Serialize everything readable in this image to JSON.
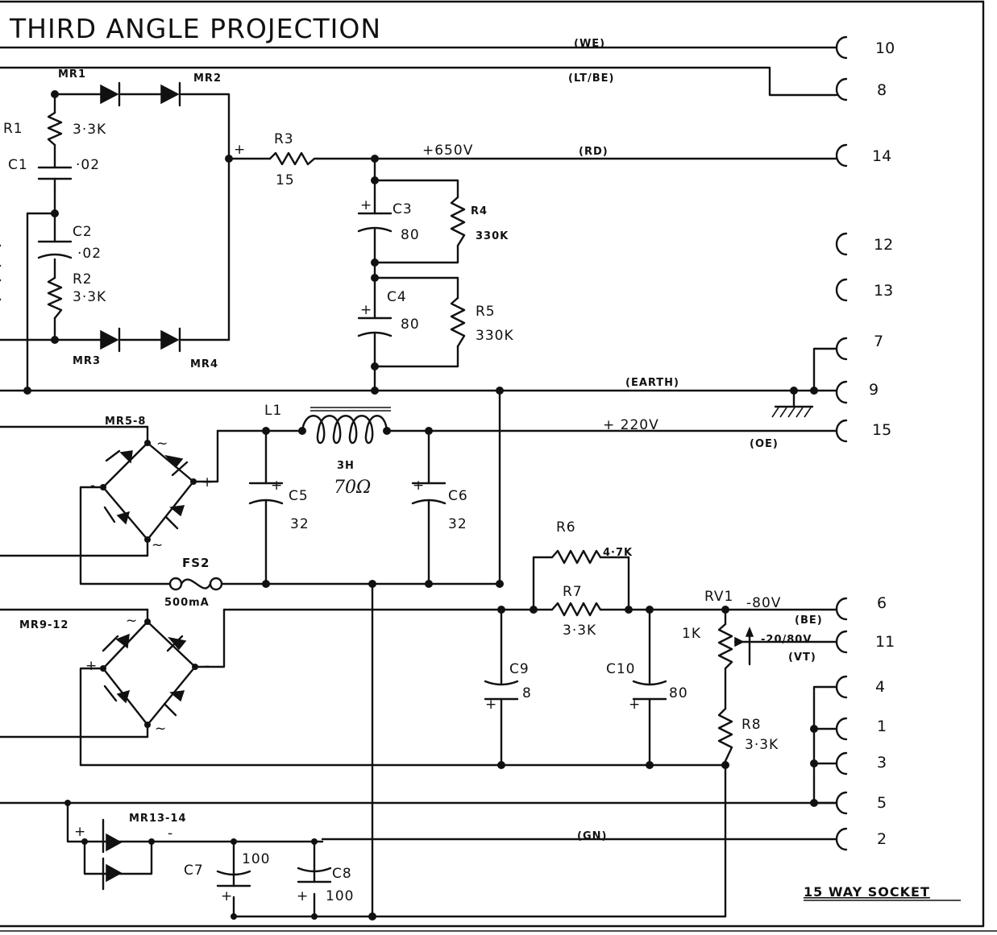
{
  "title": "THIRD ANGLE PROJECTION",
  "socket": {
    "label": "15 WAY SOCKET",
    "pins": [
      "10",
      "8",
      "14",
      "12",
      "13",
      "7",
      "9",
      "15",
      "6",
      "11",
      "4",
      "1",
      "3",
      "5",
      "2"
    ]
  },
  "wires": {
    "we": "(WE)",
    "lt_be": "(LT/BE)",
    "rd": "(RD)",
    "earth": "(EARTH)",
    "oe": "(OE)",
    "be": "(BE)",
    "vt": "(VT)",
    "gn": "(GN)"
  },
  "rails": {
    "hv": "+650V",
    "mid": "+ 220V",
    "neg": "-80V",
    "bias": "-20/80V"
  },
  "components": {
    "MR1": "MR1",
    "MR2": "MR2",
    "MR3": "MR3",
    "MR4": "MR4",
    "MR5_8": "MR5-8",
    "MR9_12": "MR9-12",
    "MR13_14": "MR13-14",
    "R1": "R1",
    "R1_val": "3·3K",
    "R2": "R2",
    "R2_val": "3·3K",
    "R3": "R3",
    "R3_val": "15",
    "R4": "R4",
    "R4_val": "330K",
    "R5": "R5",
    "R5_val": "330K",
    "R6": "R6",
    "R6_val": "4·7K",
    "R7": "R7",
    "R7_val": "3·3K",
    "R8": "R8",
    "R8_val": "3·3K",
    "RV1": "RV1",
    "RV1_val": "1K",
    "C1": "C1",
    "C1_val": "·02",
    "C2": "C2",
    "C2_val": "·02",
    "C3": "C3",
    "C3_val": "80",
    "C4": "C4",
    "C4_val": "80",
    "C5": "C5",
    "C5_val": "32",
    "C6": "C6",
    "C6_val": "32",
    "C7": "C7",
    "C7_val": "100",
    "C8": "C8",
    "C8_val": "100",
    "C9": "C9",
    "C9_val": "8",
    "C10": "C10",
    "C10_val": "80",
    "L1": "L1",
    "L1_val": "3H",
    "L1_res": "70Ω",
    "FS2": "FS2",
    "FS2_val": "500mA"
  },
  "polarity": {
    "plus": "+",
    "minus": "-",
    "ac": "~"
  }
}
